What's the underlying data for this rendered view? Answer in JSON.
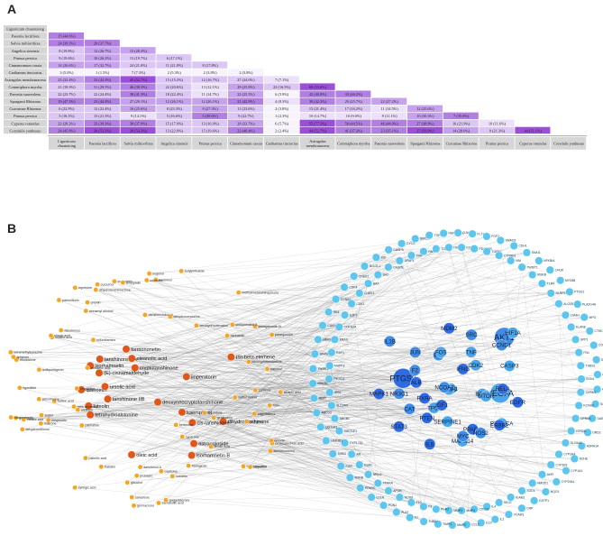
{
  "figure": {
    "panel_a_label": "A",
    "panel_b_label": "B"
  },
  "matrix": {
    "herbs": [
      "Ligusticum chuanxiong",
      "Paeonia lactiflora",
      "Salvia miltiorrhiza",
      "Angelica sinensis",
      "Prunus persica",
      "Cinnamomum cassia",
      "Carthamus tinctorius",
      "Astragalus membranaceus",
      "Commiphora myrrha",
      "Paeonia suaveolens",
      "Sparganii Rhizoma",
      "Curcumae Rhizoma",
      "Prunus persica",
      "Cyperus rotundus",
      "Corydalis yanhusuo"
    ],
    "rows": [
      [],
      [
        "15 (44.6%)"
      ],
      [
        "24 (39.3%)",
        "20 (37.7%)"
      ],
      [
        "8 (19.8%)",
        "12 (26.7%)",
        "15 (28.3%)"
      ],
      [
        "9 (19.6%)",
        "10 (26.2%)",
        "13 (19.7%)",
        "6 (17.1%)"
      ],
      [
        "14 (26.6%)",
        "17 (32.7%)",
        "24 (21.0%)",
        "11 (21.0%)",
        "8 (17.8%)"
      ],
      [
        "3 (5.0%)",
        "1 (1.5%)",
        "7 (7.3%)",
        "2 (5.3%)",
        "2 (3.8%)",
        "2 (3.8%)"
      ],
      [
        "23 (32.4%)",
        "33 (42.3%)",
        "45 (52.7%)",
        "15 (15.2%)",
        "12 (16.7%)",
        "27 (24.0%)",
        "7 (7.1%)"
      ],
      [
        "21 (19.3%)",
        "31 (29.5%)",
        "46 (38.3%)",
        "22 (20.6%)",
        "13 (12.1%)",
        "29 (25.8%)",
        "22 (16.5%)",
        "60 (53.6%)"
      ],
      [
        "22 (23.7%)",
        "22 (24.4%)",
        "38 (41.3%)",
        "18 (22.4%)",
        "11 (14.7%)",
        "22 (25.5%)",
        "6 (5.9%)",
        "42 (40.8%)",
        "33 (46.2%)"
      ],
      [
        "19 (47.3%)",
        "23 (44.4%)",
        "27 (29.1%)",
        "12 (26.1%)",
        "12 (26.1%)",
        "21 (42.9%)",
        "4 (8.3%)",
        "30 (42.3%)",
        "29 (25.7%)",
        "22 (27.2%)"
      ],
      [
        "6 (22.9%)",
        "12 (22.4%)",
        "16 (25.6%)",
        "8 (23.3%)",
        "8 (27.3%)",
        "11 (23.6%)",
        "2 (3.8%)",
        "15 (21.4%)",
        "17 (16.2%)",
        "11 (14.5%)",
        "12 (25.6%)"
      ],
      [
        "5 (16.1%)",
        "13 (21.3%)",
        "9 (14.1%)",
        "5 (16.6%)",
        "5 (38.6%)",
        "9 (22.7%)",
        "1 (2.3%)",
        "10 (14.7%)",
        "10 (9.0%)",
        "8 (11.1%)",
        "10 (30.3%)",
        "7 (35.0%)"
      ],
      [
        "22 (28.2%)",
        "33 (39.3%)",
        "38 (37.0%)",
        "15 (17.9%)",
        "13 (16.9%)",
        "28 (33.7%)",
        "6 (5.7%)",
        "55 (77.1%)",
        "58 (44.5%)",
        "46 (44.0%)",
        "27 (38.8%)",
        "16 (21.9%)",
        "10 (11.6%)"
      ],
      [
        "24 (45.8%)",
        "30 (51.2%)",
        "38 (54.3%)",
        "13 (22.0%)",
        "15 (19.6%)",
        "23 (40.4%)",
        "2 (2.4%)",
        "44 (52.7%)",
        "41 (37.3%)",
        "23 (35.1%)",
        "27 (50.9%)",
        "14 (28.0%)",
        "9 (21.3%)",
        "44 (51.1%)"
      ]
    ]
  },
  "network": {
    "compounds_deep": [
      "quercetin",
      "kaempferol",
      "luteolin",
      "dihydrotanshinone",
      "tanshinone IIA",
      "oleic acid",
      "cryptotanshinone",
      "ursolic acid",
      "oleanolic acid",
      "isorhamnetin",
      "deoxyneocryptotanshinone",
      "(S)-beta-elemene",
      "cis-tanshinone",
      "imperatorin",
      "tetrahydroalstonine",
      "formononetin",
      "isorhamnetin B",
      "tanshinone IIB",
      "(E)-cinnamaldehyde",
      "astragaloside"
    ],
    "compounds_light": [
      "palmitic acid",
      "protocatechuic acid",
      "salvianolic acid",
      "caffeic acid",
      "danshensu",
      "tanshinol",
      "ferulic acid",
      "beta-sitosterol",
      "stigmasterol",
      "dihydrotanshinlactone",
      "neocryptotanshinone",
      "miltirone",
      "dehydromiltirone",
      "sugiol",
      "danshenol A",
      "danshenxinkun A",
      "salviolone",
      "methylenetanshinquinone",
      "pelargonidin",
      "coumarin",
      "cinnamic acid",
      "baicalin",
      "nobiletin",
      "curcumol",
      "germacrone",
      "curdione",
      "linoleic acid",
      "isocurcumenol",
      "gallic acid",
      "ellagic acid",
      "hydroxysafflor",
      "carthamin",
      "safflor yellow",
      "scopoletin",
      "myrrhone",
      "guggulsterone",
      "cyperone",
      "rotundone",
      "nootkatone",
      "tetrahydropalmatine",
      "corydaline",
      "glaucine",
      "protopine",
      "coptisine",
      "dehydrocorydaline",
      "berberine",
      "columbamine",
      "palmatine",
      "jatrorrhizine",
      "sinapic acid",
      "vanillic acid",
      "syringic acid",
      "amygdalin",
      "prunasin",
      "emodin",
      "genkwanin",
      "naringenin",
      "rutin",
      "hesperetin",
      "apigenin",
      "isoliquiritigenin",
      "calycosin",
      "ononin",
      "astragaloside IV",
      "campesterol",
      "senkyunolide A",
      "ligustilide",
      "butylphthalide",
      "tetramethylpyrazine",
      "paeoniflorin",
      "albiflorin",
      "paeonol",
      "cinnamyl alcohol",
      "eugenol"
    ],
    "targets_hub": [
      "PTGS2",
      "AKT1",
      "VEGFA",
      "MAPK1",
      "INS",
      "FOS",
      "PPARG",
      "ESR1",
      "CASP3",
      "RELA",
      "NOS2",
      "MAPK14",
      "IL6",
      "JUN",
      "TNF",
      "PTEN",
      "CCND1",
      "BCL2",
      "ALB",
      "CAT",
      "MMP9",
      "EGFR",
      "NR3C1",
      "CDK2",
      "RXRA",
      "NCOA2",
      "PRKACA",
      "IFNG",
      "F2",
      "TP53",
      "MDM2",
      "MYC",
      "HIF1A",
      "STAT3",
      "SRC",
      "MTOR",
      "ERBB2",
      "IL1B",
      "SERPINE1",
      "IGF1"
    ],
    "targets_outer": [
      "EDN1",
      "ADRB2",
      "CHRM1",
      "SCN5A",
      "KCNH2",
      "GABRA1",
      "OPRM1",
      "DRD2",
      "HTR2A",
      "ADRA1A",
      "SLC6A4",
      "ACHE",
      "CYP3A4",
      "CYP1A1",
      "CYP1B1",
      "CYP19A1",
      "AHR",
      "NQO1",
      "HMOX1",
      "GSTP1",
      "SOD1",
      "CRP",
      "ICAM1",
      "VCAM1",
      "SELE",
      "IL2",
      "IL4",
      "IL10",
      "CXCL8",
      "CCL2",
      "MMP1",
      "MMP2",
      "MMP3",
      "TIMP1",
      "PLAU",
      "THBD",
      "F3",
      "F7",
      "F10",
      "PLAT",
      "NOS3",
      "PON1",
      "APOB",
      "LDLR",
      "PPARA",
      "PPARD",
      "NR1I2",
      "RXRB",
      "ESR2",
      "PGR",
      "AR",
      "SHBG",
      "CYP17A1",
      "HSD3B1",
      "SULT1E1",
      "UGT1A1",
      "ABCB1",
      "ABCG2",
      "SLC2A4",
      "INSR",
      "IRS1",
      "GSK3B",
      "PIK3CA",
      "PIK3R1",
      "MAPK8",
      "MAPK3",
      "RAF1",
      "HRAS",
      "KRAS",
      "CDKN1A",
      "CDKN2A",
      "RB1",
      "E2F1",
      "CCNB1",
      "CDK1",
      "CDK4",
      "CHEK1",
      "CHEK2",
      "BAX",
      "BCL2L1",
      "BAD",
      "BID",
      "CASP8",
      "CASP9",
      "APAF1",
      "CYCS",
      "XIAP",
      "BIRC5",
      "PARP1",
      "TOP1",
      "TOP2A",
      "HSP90AA1",
      "HSPA5",
      "GJA1",
      "KDR",
      "FLT1",
      "PDGFRB",
      "FGF2",
      "TGFB1",
      "SMAD3",
      "CTNNB1",
      "CDH1",
      "VIM",
      "SNAI1",
      "TWIST1",
      "NFKBIA",
      "IKBKB",
      "CHUK",
      "TLR4",
      "MYD88",
      "NLRP3",
      "PTGS1",
      "ALOX5",
      "PLA2G4A",
      "LTA4H",
      "MPO",
      "ELANE",
      "CTSK",
      "SPP1",
      "COL1A1",
      "FN1",
      "SERPINE2",
      "THBS1",
      "ANGPT2"
    ]
  }
}
